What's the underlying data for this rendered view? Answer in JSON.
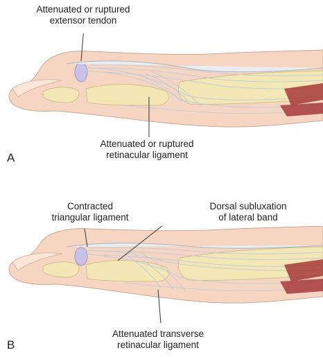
{
  "panel_a": {
    "letter": "A",
    "label_top_line1": "Attenuated or ruptured",
    "label_top_line2": "extensor tendon",
    "label_bottom_line1": "Attenuated or ruptured",
    "label_bottom_line2": "retinacular ligament"
  },
  "panel_b": {
    "letter": "B",
    "label_left_line1": "Contracted",
    "label_left_line2": "triangular ligament",
    "label_right_line1": "Dorsal subluxation",
    "label_right_line2": "of lateral band",
    "label_bottom_line1": "Attenuated transverse",
    "label_bottom_line2": "retinacular ligament"
  },
  "colors": {
    "skin": "#f6d6c2",
    "bone": "#f3e7b6",
    "tendon": "#e9edf2",
    "cartilage": "#c9c2e6",
    "muscle": "#a63a3a"
  }
}
